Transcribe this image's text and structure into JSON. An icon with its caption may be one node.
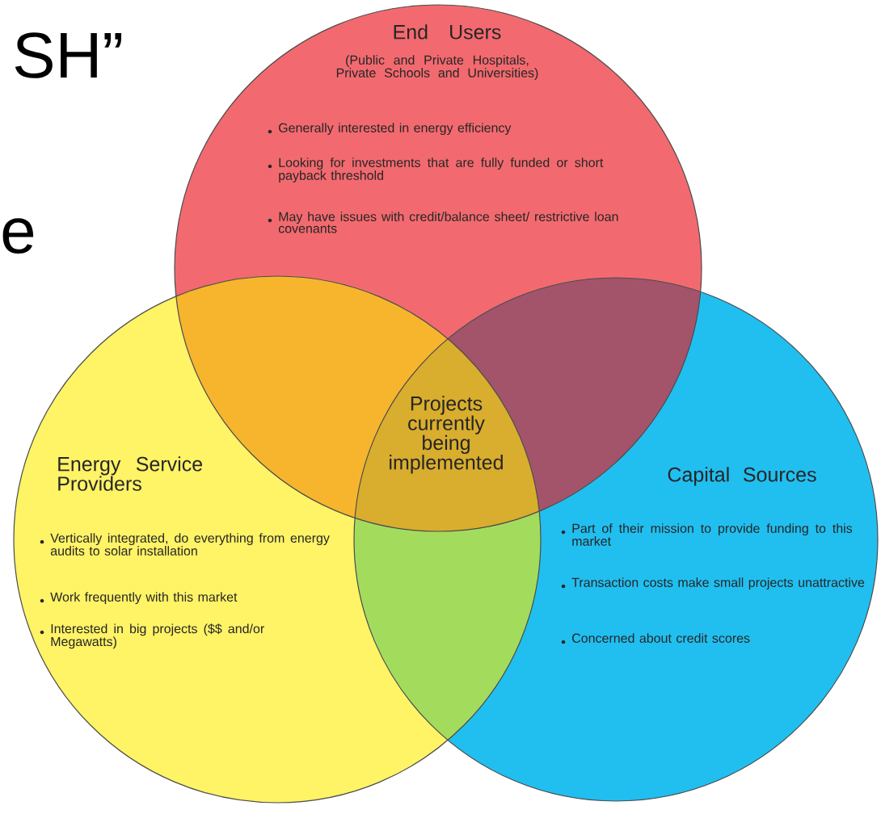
{
  "diagram": {
    "nodes": [
      {
        "text": [
          "End Users",
          "(Public and Private Hospitals, Private Schools and Universities)",
          "Generally interested in energy efficiency",
          "Looking for investments that are fully funded or short payback threshold",
          "May have issues with credit/balance sheet/ restrictive loan covenants"
        ]
      },
      {
        "text": [
          "Energy Service Providers",
          "Vertically integrated, do everything from energy audits to solar installation",
          "Work frequently with this market",
          "Interested in big projects ($$ and/or Megawatts)"
        ]
      },
      {
        "text": [
          "Capital Sources",
          "Part of their mission to provide funding to this market",
          "Transaction costs make small projects unattractive",
          "Concerned about credit scores"
        ]
      }
    ],
    "labels": [
      "SH”",
      "e",
      "Projects currently being implemented"
    ]
  }
}
